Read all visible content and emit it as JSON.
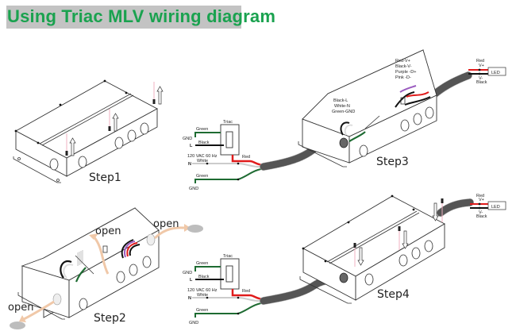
{
  "title": "Using Triac MLV wiring diagram",
  "colors": {
    "title_text": "#1aa24f",
    "title_bg": "#c3c3c3",
    "wire_red": "#e01b1b",
    "wire_black": "#111111",
    "wire_green": "#1e6b32",
    "wire_white": "#cccccc",
    "wire_purple": "#9a5bbf",
    "wire_pink": "#e6a0c0",
    "open_arrow": "#f0c8a8",
    "knockout": "#bdbdbd"
  },
  "steps": [
    {
      "label": "Step1"
    },
    {
      "label": "Step2",
      "annotations": [
        "open",
        "open",
        "open"
      ]
    },
    {
      "label": "Step3"
    },
    {
      "label": "Step4"
    }
  ],
  "triac_panel": {
    "device": "Triac",
    "ground_top": "GND",
    "wire_green": "Green",
    "line": "L",
    "wire_black": "Black",
    "supply": "120 VAC  60 Hz",
    "neutral": "N",
    "wire_white": "White",
    "wire_red": "Red",
    "wire_green_bottom": "Green",
    "ground_bottom": "GND"
  },
  "step3_labels": {
    "input_legend": [
      "Black-L",
      "White-N",
      "Green-GND"
    ],
    "output_legend": [
      "Red-V+",
      "Black-V-",
      "Purple -D+",
      "Pink -D-"
    ]
  },
  "led_connector": {
    "top_wire": "Red",
    "top_pol": "V+",
    "load": "LED",
    "bottom_pol": "V-",
    "bottom_wire": "Black"
  }
}
